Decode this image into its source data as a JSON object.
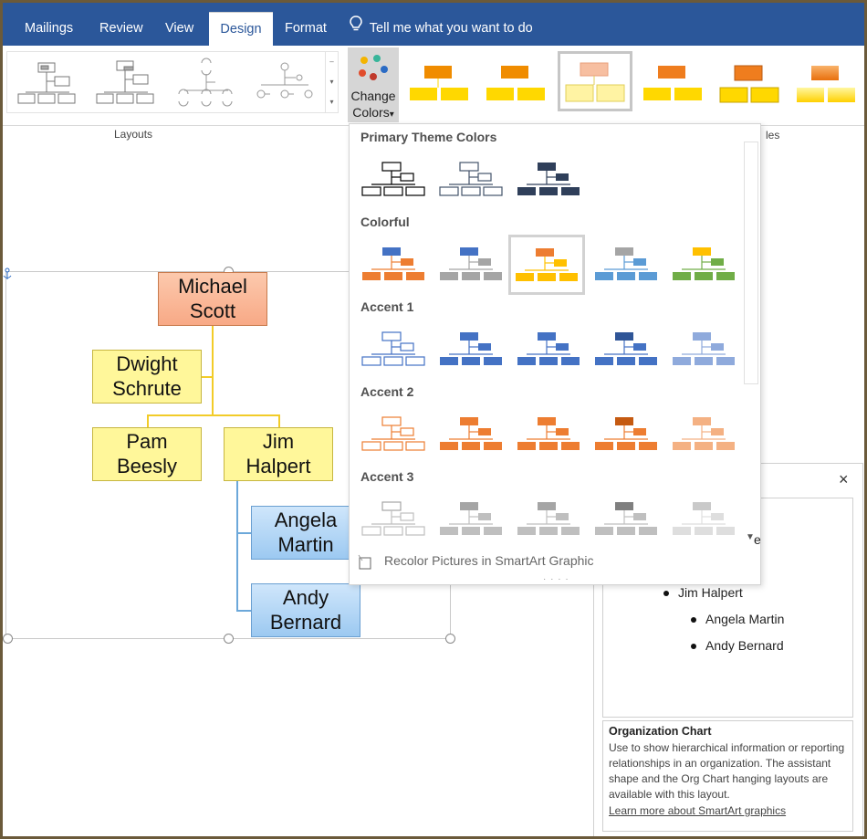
{
  "tabs": [
    {
      "label": "Mailings",
      "active": false
    },
    {
      "label": "Review",
      "active": false
    },
    {
      "label": "View",
      "active": false
    },
    {
      "label": "Design",
      "active": true
    },
    {
      "label": "Format",
      "active": false
    }
  ],
  "tell_me": {
    "text": "Tell me what you want to do",
    "icon": "lightbulb-icon"
  },
  "ribbon": {
    "layouts_label": "Layouts",
    "change_colors": {
      "line1": "Change",
      "line2": "Colors",
      "arrow": "▾"
    },
    "styles_label_fragment": "les"
  },
  "org_chart": {
    "nodes": [
      {
        "id": "ms",
        "line1": "Michael",
        "line2": "Scott",
        "style": "orange"
      },
      {
        "id": "ds",
        "line1": "Dwight",
        "line2": "Schrute",
        "style": "yellow"
      },
      {
        "id": "pb",
        "line1": "Pam",
        "line2": "Beesly",
        "style": "yellow"
      },
      {
        "id": "jh",
        "line1": "Jim",
        "line2": "Halpert",
        "style": "yellow"
      },
      {
        "id": "am",
        "line1": "Angela",
        "line2": "Martin",
        "style": "blue"
      },
      {
        "id": "ab",
        "line1": "Andy",
        "line2": "Bernard",
        "style": "blue"
      }
    ]
  },
  "colors_menu": {
    "sections": [
      {
        "title": "Primary Theme Colors"
      },
      {
        "title": "Colorful"
      },
      {
        "title": "Accent 1"
      },
      {
        "title": "Accent 2"
      },
      {
        "title": "Accent 3"
      }
    ],
    "recolor_label": "Recolor Pictures in SmartArt Graphic",
    "selected": "Colorful - Accent 4",
    "colors": {
      "primary": [
        "#000000",
        "#44546a",
        "#2f3f5a"
      ],
      "colorful": [
        [
          "#4472c4",
          "#ed7d31"
        ],
        [
          "#4472c4",
          "#a5a5a5"
        ],
        [
          "#ed7d31",
          "#ffc000"
        ],
        [
          "#a5a5a5",
          "#5b9bd5"
        ],
        [
          "#ffc000",
          "#70ad47"
        ]
      ],
      "accent1": [
        "#4472c4",
        "#4472c4",
        "#4472c4",
        "#2f5597",
        "#8faadc"
      ],
      "accent2": [
        "#ed7d31",
        "#ed7d31",
        "#ed7d31",
        "#c55a11",
        "#f4b183"
      ],
      "accent3": [
        "#a5a5a5",
        "#a5a5a5",
        "#a5a5a5",
        "#7f7f7f",
        "#c9c9c9"
      ]
    }
  },
  "text_pane": {
    "close": "×",
    "truncated": "e",
    "bullets": [
      {
        "text": "Jim Halpert",
        "level": 1
      },
      {
        "text": "Angela Martin",
        "level": 2
      },
      {
        "text": "Andy Bernard",
        "level": 2
      }
    ],
    "description": {
      "title": "Organization Chart",
      "body": "Use to show hierarchical information or reporting relationships in an organization. The assistant shape and the Org Chart hanging layouts are available with this layout.",
      "link": "Learn more about SmartArt graphics"
    }
  }
}
